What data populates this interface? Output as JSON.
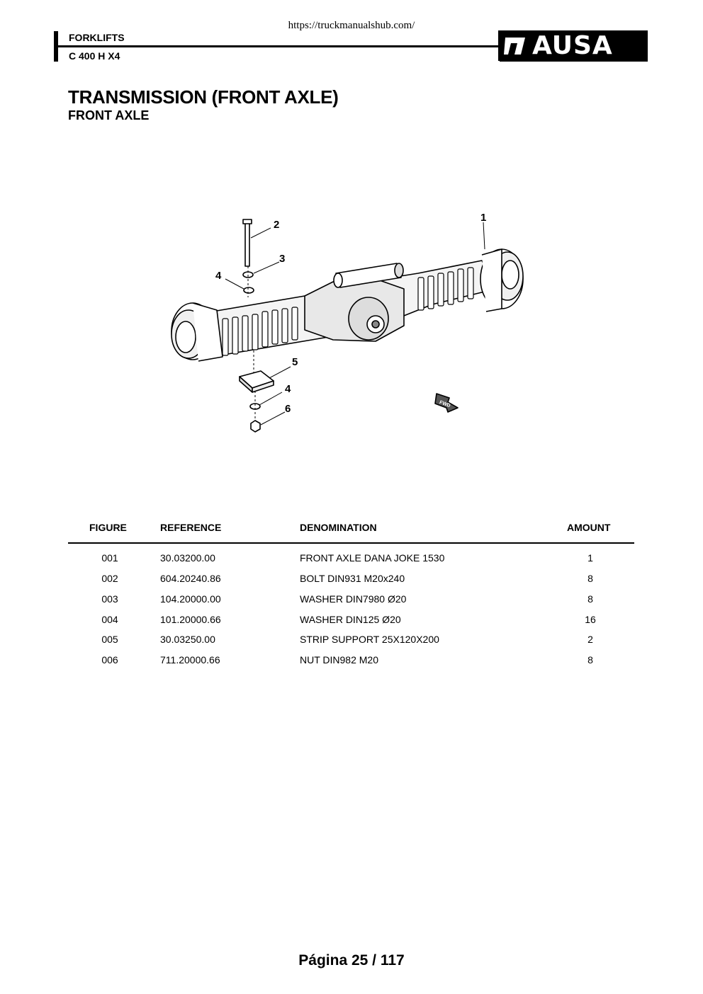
{
  "url": "https://truckmanualshub.com/",
  "header": {
    "category": "FORKLIFTS",
    "model": "C 400 H X4",
    "brand": "AUSA"
  },
  "title": "TRANSMISSION (FRONT AXLE)",
  "subtitle": "FRONT AXLE",
  "figure": {
    "callouts": [
      "1",
      "2",
      "3",
      "4",
      "5",
      "4",
      "6"
    ],
    "direction_label": "FWD"
  },
  "table": {
    "headers": {
      "figure": "FIGURE",
      "reference": "REFERENCE",
      "denomination": "DENOMINATION",
      "amount": "AMOUNT"
    },
    "rows": [
      {
        "figure": "001",
        "reference": "30.03200.00",
        "denomination": "FRONT AXLE DANA JOKE 1530",
        "amount": "1"
      },
      {
        "figure": "002",
        "reference": "604.20240.86",
        "denomination": "BOLT DIN931 M20x240",
        "amount": "8"
      },
      {
        "figure": "003",
        "reference": "104.20000.00",
        "denomination": "WASHER DIN7980 Ø20",
        "amount": "8"
      },
      {
        "figure": "004",
        "reference": "101.20000.66",
        "denomination": "WASHER DIN125 Ø20",
        "amount": "16"
      },
      {
        "figure": "005",
        "reference": "30.03250.00",
        "denomination": "STRIP SUPPORT 25X120X200",
        "amount": "2"
      },
      {
        "figure": "006",
        "reference": "711.20000.66",
        "denomination": "NUT DIN982 M20",
        "amount": "8"
      }
    ]
  },
  "footer": {
    "page_label": "Página 25 / 117"
  }
}
